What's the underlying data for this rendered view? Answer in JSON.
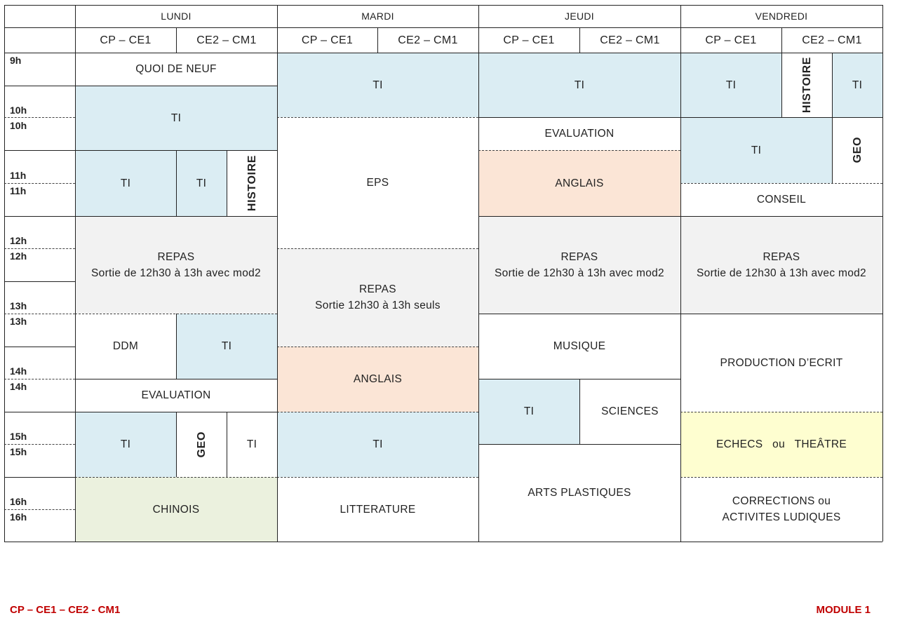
{
  "days": [
    "LUNDI",
    "MARDI",
    "JEUDI",
    "VENDREDI"
  ],
  "levels": {
    "lundi": [
      "CP – CE1",
      "CE2 – CM1"
    ],
    "mardi": [
      "CP – CE1",
      "CE2 – CM1"
    ],
    "jeudi": [
      "CP – CE1",
      "CE2 – CM1"
    ],
    "vendredi": [
      "CP – CE1",
      "CE2 – CM1"
    ]
  },
  "times": [
    "9h",
    "10h",
    "10h",
    "11h",
    "11h",
    "12h",
    "12h",
    "13h",
    "13h",
    "14h",
    "14h",
    "15h",
    "15h",
    "16h",
    "16h"
  ],
  "lundi": {
    "quoi_de_neuf": "QUOI DE NEUF",
    "ti_1": "TI",
    "ti_2a": "TI",
    "ti_2b": "TI",
    "histoire": "HISTOIRE",
    "repas": "REPAS",
    "repas_note": "Sortie de 12h30 à 13h avec mod2",
    "ddm": "DDM",
    "ti_3": "TI",
    "evaluation": "EVALUATION",
    "ti_4": "TI",
    "geo": "GEO",
    "ti_5": "TI",
    "chinois": "CHINOIS"
  },
  "mardi": {
    "ti_1": "TI",
    "eps": "EPS",
    "repas": "REPAS",
    "repas_note": "Sortie 12h30 à 13h seuls",
    "anglais": "ANGLAIS",
    "ti_2": "TI",
    "litterature": "LITTERATURE"
  },
  "jeudi": {
    "ti_1": "TI",
    "evaluation": "EVALUATION",
    "anglais": "ANGLAIS",
    "repas": "REPAS",
    "repas_note": "Sortie de 12h30 à 13h avec mod2",
    "musique": "MUSIQUE",
    "ti_2": "TI",
    "sciences": "SCIENCES",
    "arts": "ARTS PLASTIQUES"
  },
  "vendredi": {
    "ti_1": "TI",
    "histoire": "HISTOIRE",
    "ti_2": "TI",
    "ti_3": "TI",
    "geo": "GEO",
    "conseil": "CONSEIL",
    "repas": "REPAS",
    "repas_note": "Sortie de 12h30 à 13h avec mod2",
    "production": "PRODUCTION D’ECRIT",
    "echecs": "ECHECS   ou   THEÂTRE",
    "corrections_1": "CORRECTIONS ou",
    "corrections_2": "ACTIVITES LUDIQUES"
  },
  "footer": {
    "left": "CP – CE1 – CE2 - CM1",
    "right": "MODULE 1"
  },
  "colors": {
    "ti": "#dbedf3",
    "repas": "#f2f2f2",
    "anglais": "#fbe5d6",
    "echecs": "#fefed0",
    "chinois": "#ebf1de",
    "footer": "#c00000"
  }
}
